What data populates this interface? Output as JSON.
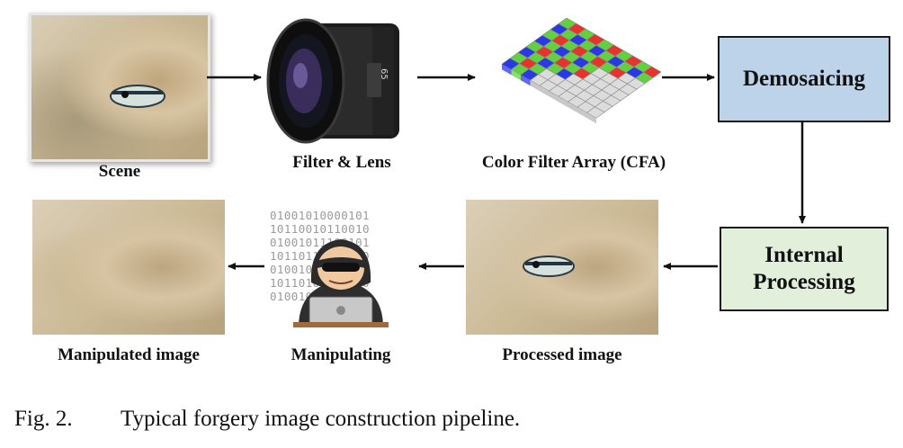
{
  "nodes": {
    "scene": "Scene",
    "lens": "Filter & Lens",
    "cfa": "Color Filter Array (CFA)",
    "demosaicing": "Demosaicing",
    "internal_processing": [
      "Internal",
      "Processing"
    ],
    "processed": "Processed image",
    "manipulating": "Manipulating",
    "manipulated": "Manipulated image"
  },
  "lens_text": "65",
  "binary_rows": [
    "01001010000101",
    "10110010110010",
    "01001011100101",
    "10110110110110",
    "01001011010011",
    "10110101010110",
    "01001011100101"
  ],
  "caption": {
    "number": "Fig. 2.",
    "text": "Typical forgery image construction pipeline."
  },
  "colors": {
    "demosaicing_fill": "#bcd3ea",
    "internal_fill": "#e2efda",
    "cfa_red": "#e8322c",
    "cfa_green": "#63d13f",
    "cfa_blue": "#2a39e6"
  }
}
